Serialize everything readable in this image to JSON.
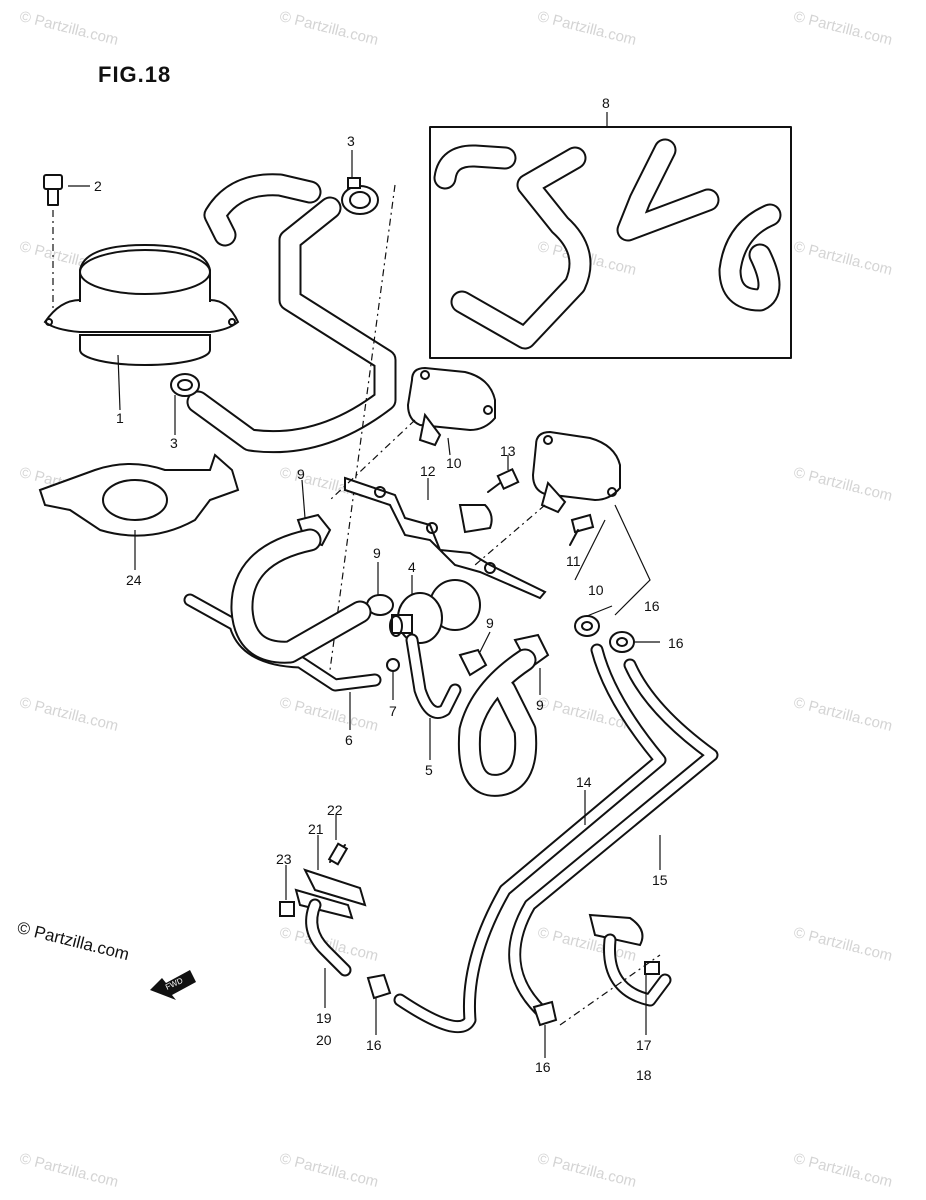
{
  "figure": {
    "title": "FIG.18"
  },
  "brand": {
    "text": "© Partzilla.com"
  },
  "watermark": {
    "text": "© Partzilla.com"
  },
  "fwd_badge": {
    "text": "FWD"
  },
  "callouts": [
    {
      "id": "c1",
      "label": "1"
    },
    {
      "id": "c2",
      "label": "2"
    },
    {
      "id": "c3a",
      "label": "3"
    },
    {
      "id": "c3b",
      "label": "3"
    },
    {
      "id": "c4",
      "label": "4"
    },
    {
      "id": "c5",
      "label": "5"
    },
    {
      "id": "c6",
      "label": "6"
    },
    {
      "id": "c7",
      "label": "7"
    },
    {
      "id": "c8",
      "label": "8"
    },
    {
      "id": "c9a",
      "label": "9"
    },
    {
      "id": "c9b",
      "label": "9"
    },
    {
      "id": "c9c",
      "label": "9"
    },
    {
      "id": "c9d",
      "label": "9"
    },
    {
      "id": "c10a",
      "label": "10"
    },
    {
      "id": "c10b",
      "label": "10"
    },
    {
      "id": "c11",
      "label": "11"
    },
    {
      "id": "c12",
      "label": "12"
    },
    {
      "id": "c13",
      "label": "13"
    },
    {
      "id": "c14",
      "label": "14"
    },
    {
      "id": "c15",
      "label": "15"
    },
    {
      "id": "c16a",
      "label": "16"
    },
    {
      "id": "c16b",
      "label": "16"
    },
    {
      "id": "c16c",
      "label": "16"
    },
    {
      "id": "c16d",
      "label": "16"
    },
    {
      "id": "c17",
      "label": "17"
    },
    {
      "id": "c18",
      "label": "18"
    },
    {
      "id": "c19",
      "label": "19"
    },
    {
      "id": "c20",
      "label": "20"
    },
    {
      "id": "c21",
      "label": "21"
    },
    {
      "id": "c22",
      "label": "22"
    },
    {
      "id": "c23",
      "label": "23"
    },
    {
      "id": "c24",
      "label": "24"
    }
  ]
}
